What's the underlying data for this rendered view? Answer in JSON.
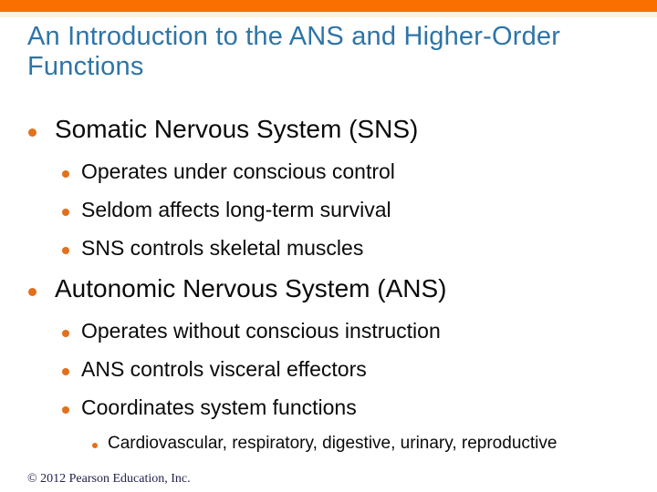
{
  "slide": {
    "title_line1": "An Introduction to the ANS and Higher-Order",
    "title_line2": "Functions",
    "footer": "© 2012 Pearson Education, Inc.",
    "colors": {
      "top_bar": "#FA7000",
      "accent_stripe": "#FAF1DE",
      "title_text": "#2E74A8",
      "bullet_dot": "#E2701C",
      "body_text": "#0A0A0A",
      "footer_text": "#22224E"
    }
  },
  "content": {
    "sections": [
      {
        "heading": "Somatic Nervous System (SNS)",
        "items": [
          "Operates under conscious control",
          "Seldom affects long-term survival",
          "SNS controls skeletal muscles"
        ]
      },
      {
        "heading": "Autonomic Nervous System (ANS)",
        "items": [
          "Operates without conscious instruction",
          "ANS controls visceral effectors",
          "Coordinates system functions"
        ],
        "subitems": [
          "Cardiovascular, respiratory, digestive, urinary, reproductive"
        ]
      }
    ]
  }
}
